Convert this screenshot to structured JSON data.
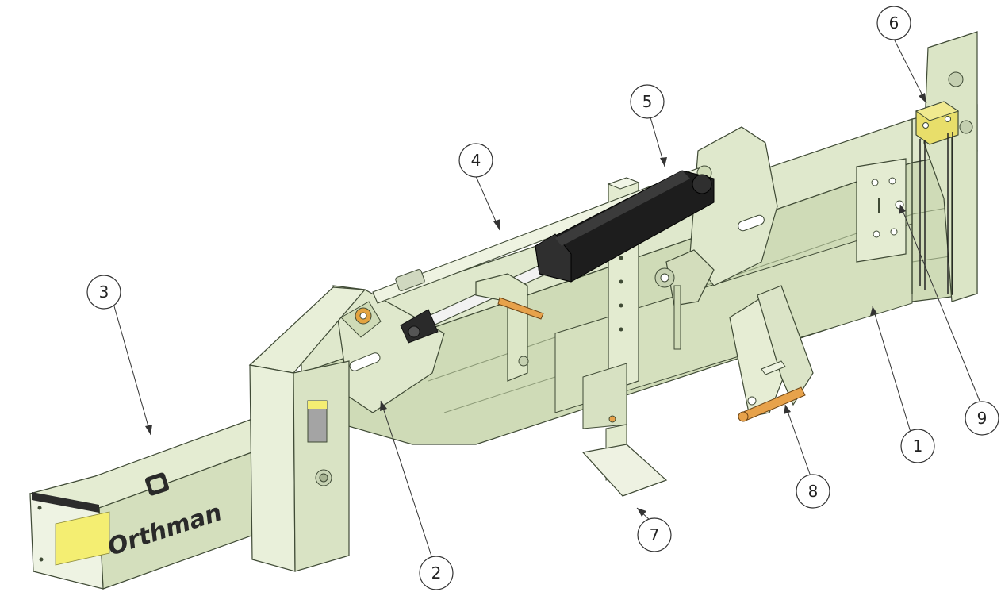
{
  "diagram": {
    "callouts": [
      {
        "label": "1"
      },
      {
        "label": "2"
      },
      {
        "label": "3"
      },
      {
        "label": "4"
      },
      {
        "label": "5"
      },
      {
        "label": "6"
      },
      {
        "label": "7"
      },
      {
        "label": "8"
      },
      {
        "label": "9"
      }
    ],
    "logo_text": "Orthman",
    "colors": {
      "frame": "#dfe8cc",
      "frame_shadow": "#b9c6a3",
      "edge": "#3f4a35",
      "cylinder": "#1d1d1d",
      "pin": "#e7a24b",
      "valve": "#e8de6a",
      "decal": "#f4ee72",
      "callout_stroke": "#333333"
    }
  }
}
